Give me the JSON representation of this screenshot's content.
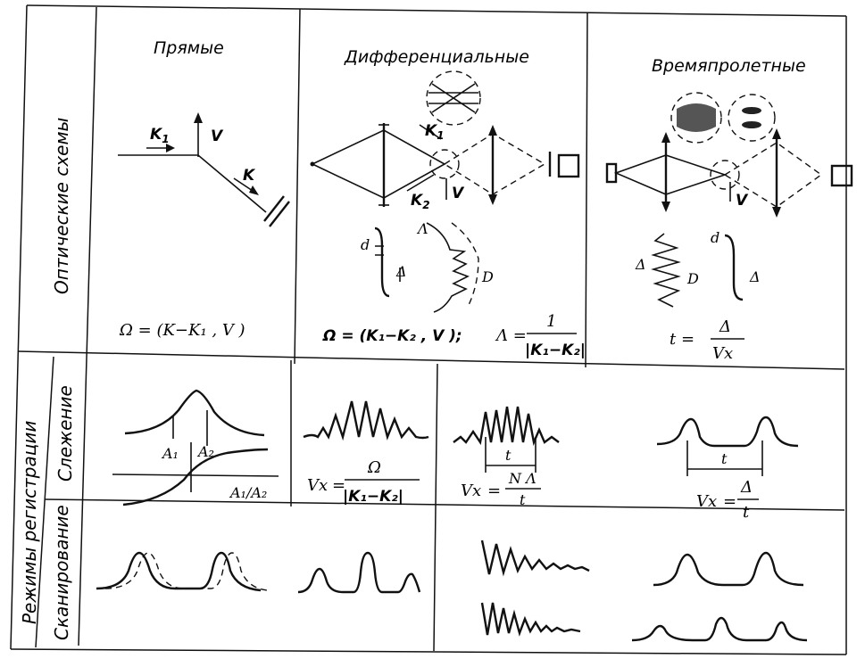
{
  "columns": {
    "direct": "Прямые",
    "differential": "Дифференциальные",
    "time_of_flight": "Времяпролетные"
  },
  "rows": {
    "optical_schemes": "Оптические схемы",
    "registration_modes": "Режимы регистрации",
    "tracking": "Слежение",
    "scanning": "Сканирование"
  },
  "direct_scheme": {
    "k1": "K",
    "k1_sub": "1",
    "k": "K",
    "v": "V",
    "formula": "Ω = (K−K₁ , V )"
  },
  "diff_scheme": {
    "k1": "K",
    "k1_sub": "1",
    "k2": "K",
    "k2_sub": "2",
    "v": "V",
    "d": "d",
    "delta": "Δ",
    "Lambda": "Λ",
    "D": "D",
    "formula_left": "Ω = (K₁−K₂ , V );",
    "formula_lambda": "Λ =",
    "formula_num": "1",
    "formula_den": "|K₁−K₂|"
  },
  "tof_scheme": {
    "v": "V",
    "d": "d",
    "delta": "Δ",
    "D": "D",
    "formula_t": "t =",
    "formula_num": "Δ",
    "formula_den": "Vx"
  },
  "tracking": {
    "a1": "A₁",
    "a2": "A₂",
    "ratio": "A₁/A₂",
    "vx": "Vx",
    "f2_num": "Ω",
    "f2_den": "|K₁−K₂|",
    "t": "t",
    "f3_num": "N Λ",
    "f3_den": "t",
    "f4_num": "Δ",
    "f4_den": "t"
  }
}
